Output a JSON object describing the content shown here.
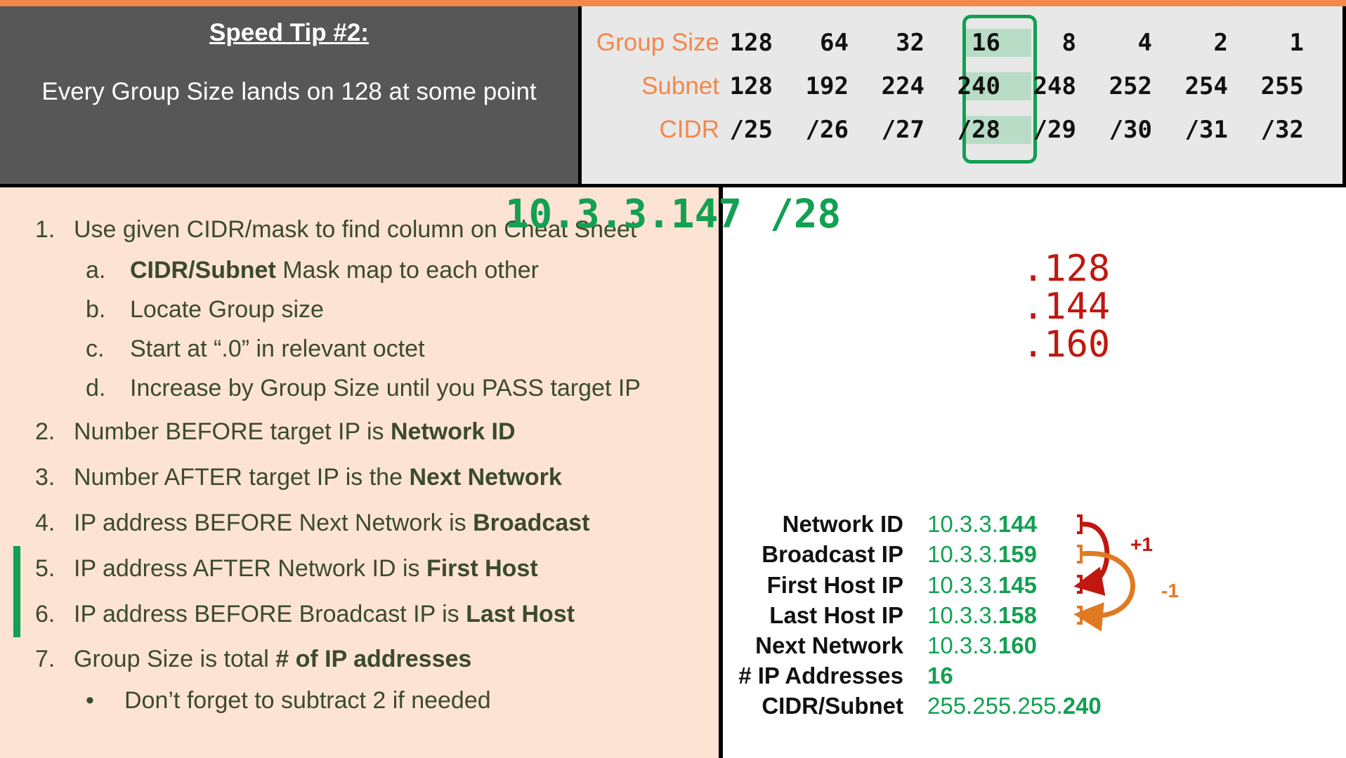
{
  "tip": {
    "title": "Speed Tip #2:",
    "text": "Every Group Size lands on 128 at some point"
  },
  "cheat_sheet": {
    "labels": [
      "Group Size",
      "Subnet",
      "CIDR"
    ],
    "group_sizes": [
      "128",
      "64",
      "32",
      "16",
      "8",
      "4",
      "2",
      "1"
    ],
    "subnets": [
      "128",
      "192",
      "224",
      "240",
      "248",
      "252",
      "254",
      "255"
    ],
    "cidrs": [
      "/25",
      "/26",
      "/27",
      "/28",
      "/29",
      "/30",
      "/31",
      "/32"
    ],
    "highlight_color": "#12a052"
  },
  "steps": [
    {
      "num": "1.",
      "pre": "Use given CIDR/mask to find column on Cheat Sheet",
      "bold": "",
      "post": ""
    },
    {
      "num": "a.",
      "pre": "",
      "bold": "CIDR/Subnet",
      "post": " Mask map to each other"
    },
    {
      "num": "b.",
      "pre": "Locate Group size",
      "bold": "",
      "post": ""
    },
    {
      "num": "c.",
      "pre": "Start at “.0” in relevant octet",
      "bold": "",
      "post": ""
    },
    {
      "num": "d.",
      "pre": "Increase by Group Size until you PASS target IP",
      "bold": "",
      "post": ""
    },
    {
      "num": "2.",
      "pre": "Number BEFORE target IP is ",
      "bold": "Network ID",
      "post": ""
    },
    {
      "num": "3.",
      "pre": "Number AFTER target IP is the ",
      "bold": "Next Network",
      "post": ""
    },
    {
      "num": "4.",
      "pre": "IP address BEFORE Next Network is ",
      "bold": "Broadcast",
      "post": ""
    },
    {
      "num": "5.",
      "pre": "IP address AFTER Network ID is ",
      "bold": "First Host",
      "post": ""
    },
    {
      "num": "6.",
      "pre": "IP address BEFORE Broadcast IP is ",
      "bold": "Last Host",
      "post": ""
    },
    {
      "num": "7.",
      "pre": "Group Size is total ",
      "bold": "# of IP addresses",
      "post": ""
    },
    {
      "num": "•",
      "pre": "Don’t forget to subtract 2 if needed",
      "bold": "",
      "post": ""
    }
  ],
  "example": {
    "ip": "10.3.3.147",
    "cidr": "/28",
    "increments": [
      ".128",
      ".144",
      ".160"
    ],
    "results": [
      {
        "label": "Network ID",
        "prefix": "10.3.3.",
        "suffix": "144"
      },
      {
        "label": "Broadcast IP",
        "prefix": "10.3.3.",
        "suffix": "159"
      },
      {
        "label": "First Host IP",
        "prefix": "10.3.3.",
        "suffix": "145"
      },
      {
        "label": "Last Host IP",
        "prefix": "10.3.3.",
        "suffix": "158"
      },
      {
        "label": "Next Network",
        "prefix": "10.3.3.",
        "suffix": "160"
      },
      {
        "label": "# IP Addresses",
        "prefix": "",
        "suffix": "16"
      },
      {
        "label": "CIDR/Subnet",
        "prefix": "255.255.255.",
        "suffix": "240"
      }
    ],
    "plus_label": "+1",
    "minus_label": "-1",
    "plus_color": "#c0170f",
    "minus_color": "#e07a22"
  }
}
